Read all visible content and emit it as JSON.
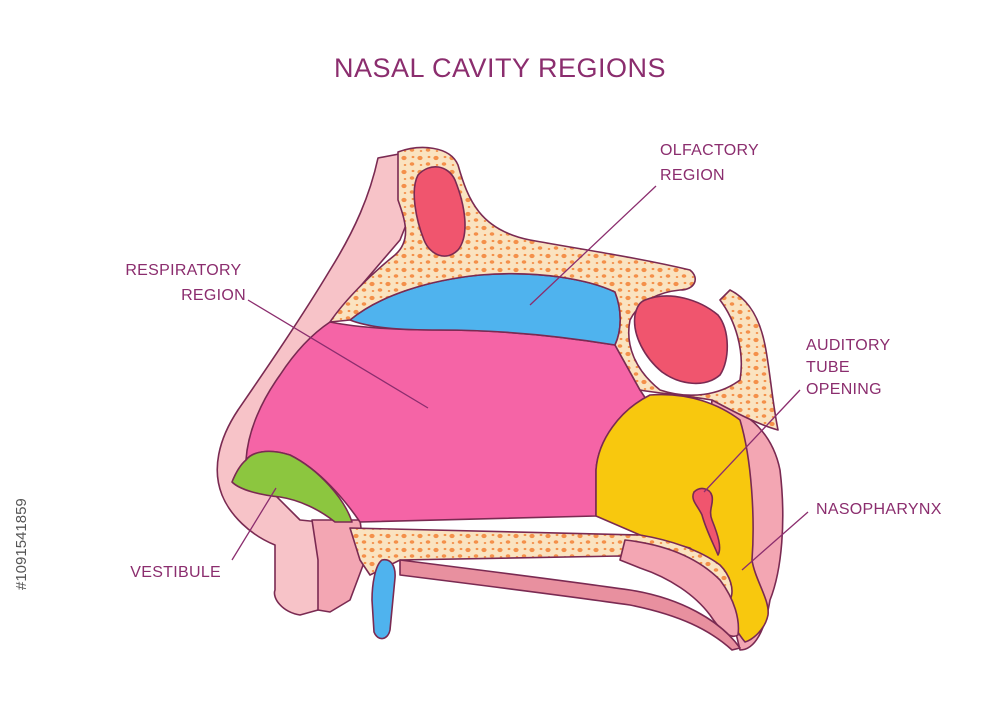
{
  "title": "NASAL CAVITY REGIONS",
  "labels": {
    "olfactory": [
      "OLFACTORY",
      "REGION"
    ],
    "respiratory": [
      "RESPIRATORY",
      "REGION"
    ],
    "auditory": [
      "AUDITORY",
      "TUBE",
      "OPENING"
    ],
    "nasopharynx": "NASOPHARYNX",
    "vestibule": "VESTIBULE"
  },
  "stock_id": "#1091541859",
  "colors": {
    "title_text": "#8b2d6e",
    "outline": "#7a2a52",
    "skin": "#f7c3c8",
    "respiratory": "#f564a6",
    "olfactory": "#4fb3ee",
    "vestibule": "#8cc63f",
    "nasopharynx": "#f8c80e",
    "bone": "#fae3c0",
    "bone_pores": "#f4904a",
    "sinus": "#f0556e",
    "tissue": "#f3a6b3"
  }
}
